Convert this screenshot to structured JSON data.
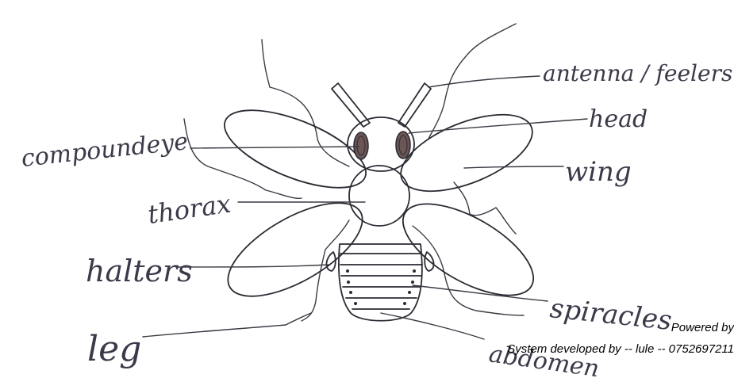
{
  "labels": {
    "antenna": "antenna / feelers",
    "head": "head",
    "compound_eye": "compoundeye",
    "wing": "wing",
    "thorax": "thorax",
    "halters": "halters",
    "spiracles": "spiracles",
    "leg": "leg",
    "abdomen": "abdomen"
  },
  "footer": {
    "powered_by": "Powered by",
    "developed_by": "System developed by  -- lule -- 0752697211"
  },
  "colors": {
    "ink": "#2a2a33",
    "eye": "#4a3a3a",
    "paper": "#ffffff"
  }
}
